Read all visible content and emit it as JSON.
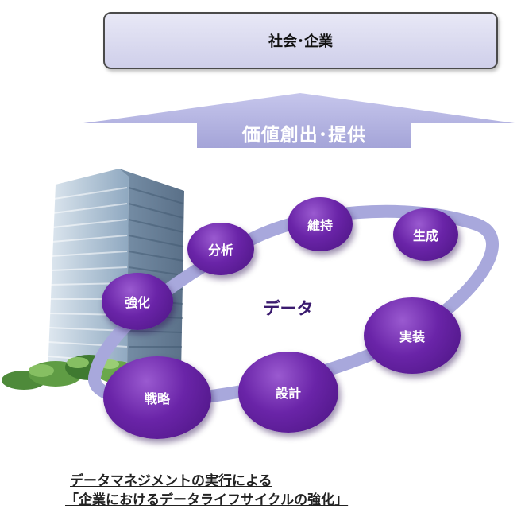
{
  "top_box": {
    "label": "社会･企業"
  },
  "arrow": {
    "label": "価値創出･提供"
  },
  "center": {
    "label": "データ"
  },
  "nodes": {
    "maintain": "維持",
    "generate": "生成",
    "analyze": "分析",
    "strengthen": "強化",
    "implement": "実装",
    "design": "設計",
    "strategy": "戦略"
  },
  "caption": {
    "line1": "データマネジメントの実行による",
    "line2": "「企業におけるデータライフサイクルの強化」"
  },
  "colors": {
    "node_purple": "#5a1c92",
    "ring_lavender": "#a8a8dc",
    "arrow_lavender": "#b4b4e2"
  }
}
